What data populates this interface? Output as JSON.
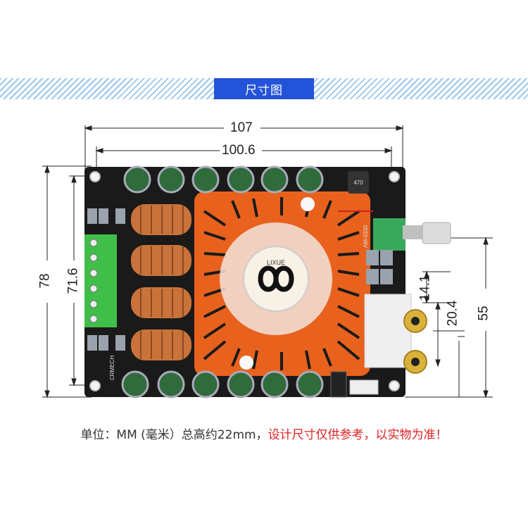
{
  "header": {
    "title": "尺寸图"
  },
  "dimensions": {
    "overall_width": "107",
    "hole_width": "100.6",
    "overall_height": "78",
    "hole_height": "71.6",
    "jack_spacing": "14.1",
    "jack_height": "20.4",
    "pot_height": "55"
  },
  "board": {
    "fan_brand": "LIXUE",
    "silk_left": "CRMECH",
    "choke_label": "470",
    "pot_label": "AM-0330"
  },
  "footer": {
    "note_black": "单位：MM (毫米）总高约22mm，",
    "note_red": "设计尺寸仅供参考，以实物为准！"
  },
  "colors": {
    "title_bg": "#2353d8",
    "pcb": "#1a1a1a",
    "heatsink": "#e8621e",
    "terminal": "#3fbf4a",
    "note_red": "#e02020"
  }
}
